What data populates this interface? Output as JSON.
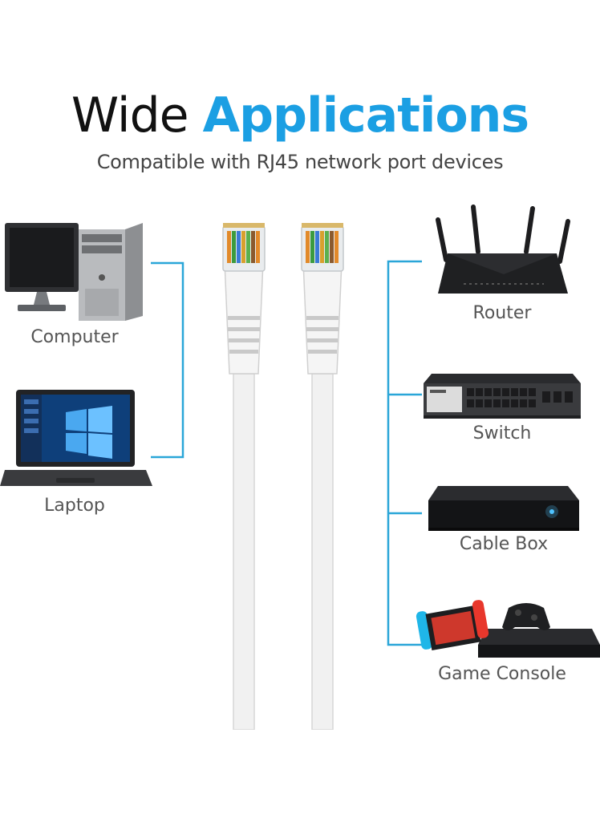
{
  "heading": {
    "word1": "Wide",
    "word2": "Applications",
    "subtitle": "Compatible with RJ45 network port devices"
  },
  "colors": {
    "accent": "#1b9fe3",
    "bracket": "#2aa6d8",
    "text": "#555555"
  },
  "left_devices": [
    {
      "label": "Computer",
      "icon": "desktop-computer-icon"
    },
    {
      "label": "Laptop",
      "icon": "laptop-icon"
    }
  ],
  "right_devices": [
    {
      "label": "Router",
      "icon": "router-icon"
    },
    {
      "label": "Switch",
      "icon": "network-switch-icon"
    },
    {
      "label": "Cable Box",
      "icon": "cable-box-icon"
    },
    {
      "label": "Game Console",
      "icon": "game-console-icon"
    }
  ]
}
